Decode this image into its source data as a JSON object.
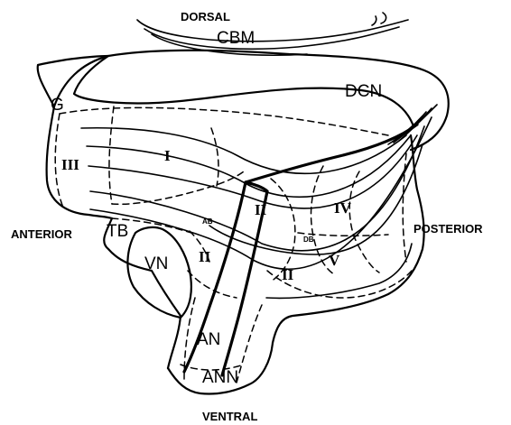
{
  "labels": {
    "dorsal": "DORSAL",
    "cbm": "CBM",
    "dcn": "DCN",
    "g": "G",
    "anterior": "ANTERIOR",
    "posterior": "POSTERIOR",
    "ventral": "VENTRAL",
    "tb": "TB",
    "vn": "VN",
    "an": "AN",
    "ann": "ANN",
    "ab": "AB",
    "db": "DB",
    "region_1": "I",
    "region_2a": "II",
    "region_2b": "II",
    "region_2c": "II",
    "region_3": "III",
    "region_4": "IV",
    "region_5": "V"
  }
}
